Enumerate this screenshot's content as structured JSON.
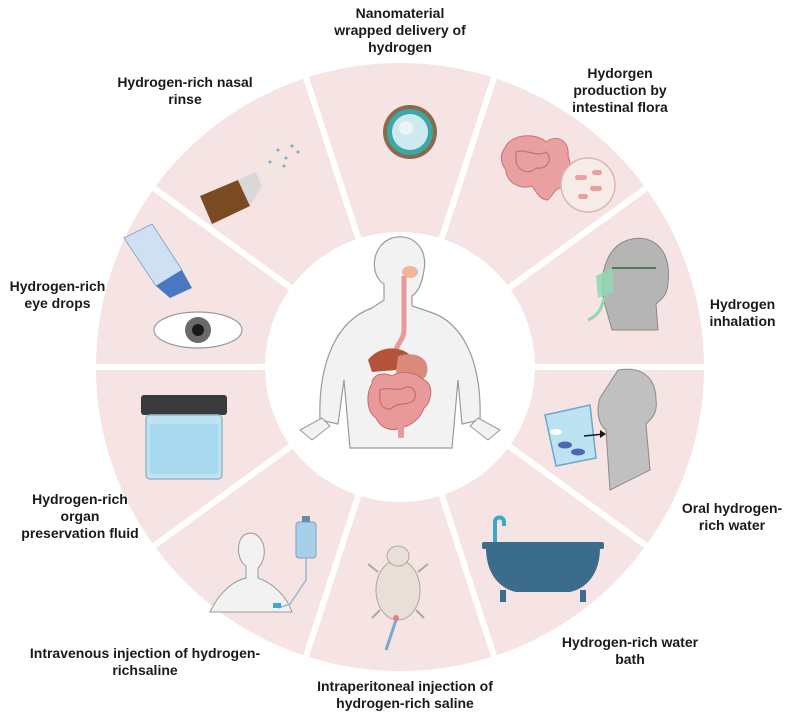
{
  "segments": [
    {
      "id": "nanomaterial",
      "label": "Nanomaterial\nwrapped delivery of\nhydrogen",
      "icon": "nanoparticle-icon"
    },
    {
      "id": "intestinal-flora",
      "label": "Hydorgen\nproduction by\nintestinal flora",
      "icon": "intestine-bacteria-icon"
    },
    {
      "id": "inhalation",
      "label": "Hydrogen\ninhalation",
      "icon": "oxygen-mask-icon"
    },
    {
      "id": "oral-water",
      "label": "Oral hydrogen-\nrich water",
      "icon": "drinking-glass-icon"
    },
    {
      "id": "water-bath",
      "label": "Hydrogen-rich water\nbath",
      "icon": "bathtub-icon"
    },
    {
      "id": "intraperitoneal",
      "label": "Intraperitoneal injection of\nhydrogen-rich saline",
      "icon": "rat-injection-icon"
    },
    {
      "id": "intravenous",
      "label": "Intravenous injection of hydrogen-\nrichsaline",
      "icon": "iv-drip-icon"
    },
    {
      "id": "organ-preservation",
      "label": "Hydrogen-rich\norgan\npreservation fluid",
      "icon": "storage-jar-icon"
    },
    {
      "id": "eye-drops",
      "label": "Hydrogen-rich\neye drops",
      "icon": "eye-dropper-icon"
    },
    {
      "id": "nasal-rinse",
      "label": "Hydrogen-rich nasal\nrinse",
      "icon": "nasal-spray-icon"
    }
  ],
  "center": {
    "icon": "human-digestive-system-icon"
  },
  "colors": {
    "ring": "#f6e3e3",
    "ring_border": "#ffffff",
    "center": "#ffffff",
    "body": "#f2f2f2",
    "body_outline": "#9a9a9a",
    "gut": "#e89a9a",
    "liver": "#b5523b",
    "stomach": "#d98a7a",
    "accent_blue": "#3c6c8c",
    "water": "#bde3f2"
  }
}
